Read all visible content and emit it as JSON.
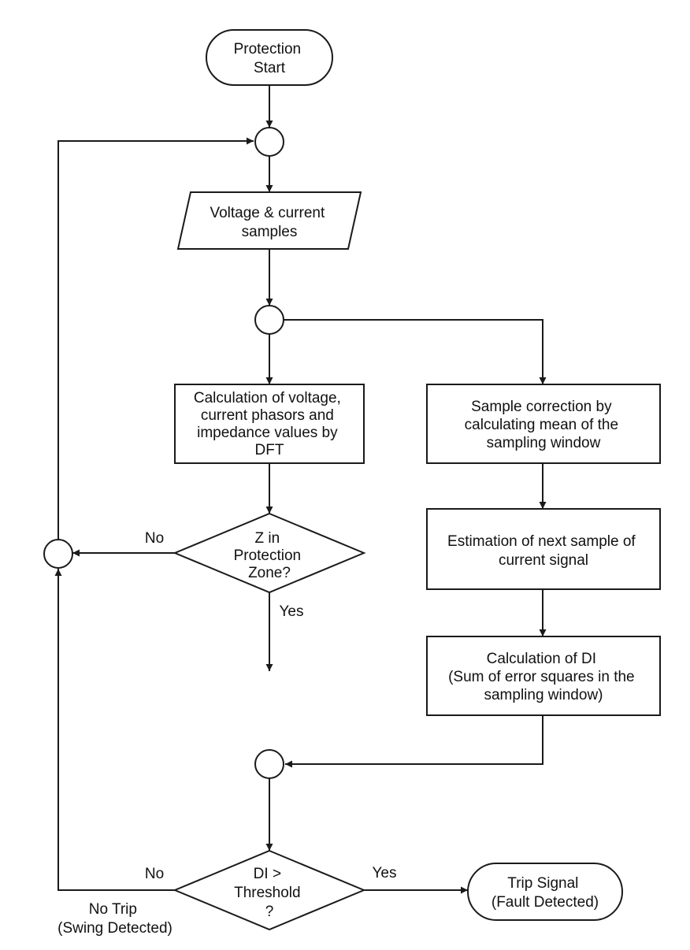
{
  "nodes": {
    "start": [
      "Protection",
      "Start"
    ],
    "samples": [
      "Voltage & current",
      "samples"
    ],
    "phasors": [
      "Calculation of voltage,",
      "current phasors and",
      "impedance values by",
      "DFT"
    ],
    "correction": [
      "Sample correction by",
      "calculating mean of the",
      "sampling window"
    ],
    "estimation": [
      "Estimation of next sample of",
      "current signal"
    ],
    "di_calc": [
      "Calculation of DI",
      "(Sum of error squares in the",
      "sampling window)"
    ],
    "zone_decision": [
      "Z in",
      "Protection",
      "Zone?"
    ],
    "di_decision": [
      "DI >",
      "Threshold",
      "?"
    ],
    "trip": [
      "Trip Signal",
      "(Fault Detected)"
    ]
  },
  "edge_labels": {
    "zone_no": "No",
    "zone_yes": "Yes",
    "di_no": "No",
    "di_yes": "Yes",
    "no_trip": [
      "No Trip",
      "(Swing Detected)"
    ]
  }
}
